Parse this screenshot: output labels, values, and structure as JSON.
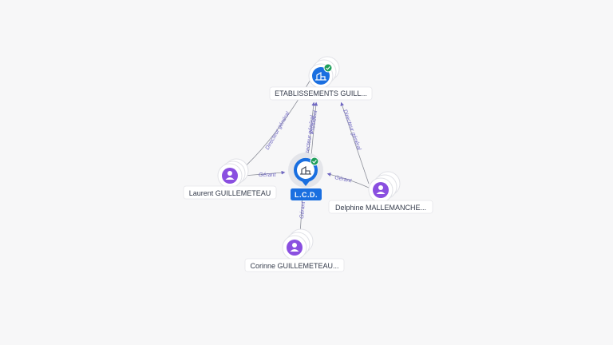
{
  "graph": {
    "center": {
      "label": "L.C.D.",
      "icon": "building-icon",
      "badge": "check-badge-icon",
      "color": "#1a6fe0"
    },
    "company": {
      "label": "ETABLISSEMENTS GUILL...",
      "icon": "building-icon",
      "badge": "check-badge-icon",
      "color": "#1a6fe0"
    },
    "persons": [
      {
        "label": "Laurent GUILLEMETEAU",
        "icon": "person-icon"
      },
      {
        "label": "Delphine MALLEMANCHE...",
        "icon": "person-icon"
      },
      {
        "label": "Corinne GUILLEMETEAU...",
        "icon": "person-icon"
      }
    ],
    "edges": [
      {
        "label": "Directeur général"
      },
      {
        "label": "Gérant"
      },
      {
        "label": "Directeur général"
      },
      {
        "label": "Gérant"
      },
      {
        "label": "Gérant"
      },
      {
        "label": "Président"
      },
      {
        "label": "Directeur général"
      }
    ],
    "colors": {
      "person": "#8a4fe0",
      "badge": "#1e9e5a",
      "edge_line": "#8c8f99",
      "edge_label": "#6f67c2"
    }
  }
}
